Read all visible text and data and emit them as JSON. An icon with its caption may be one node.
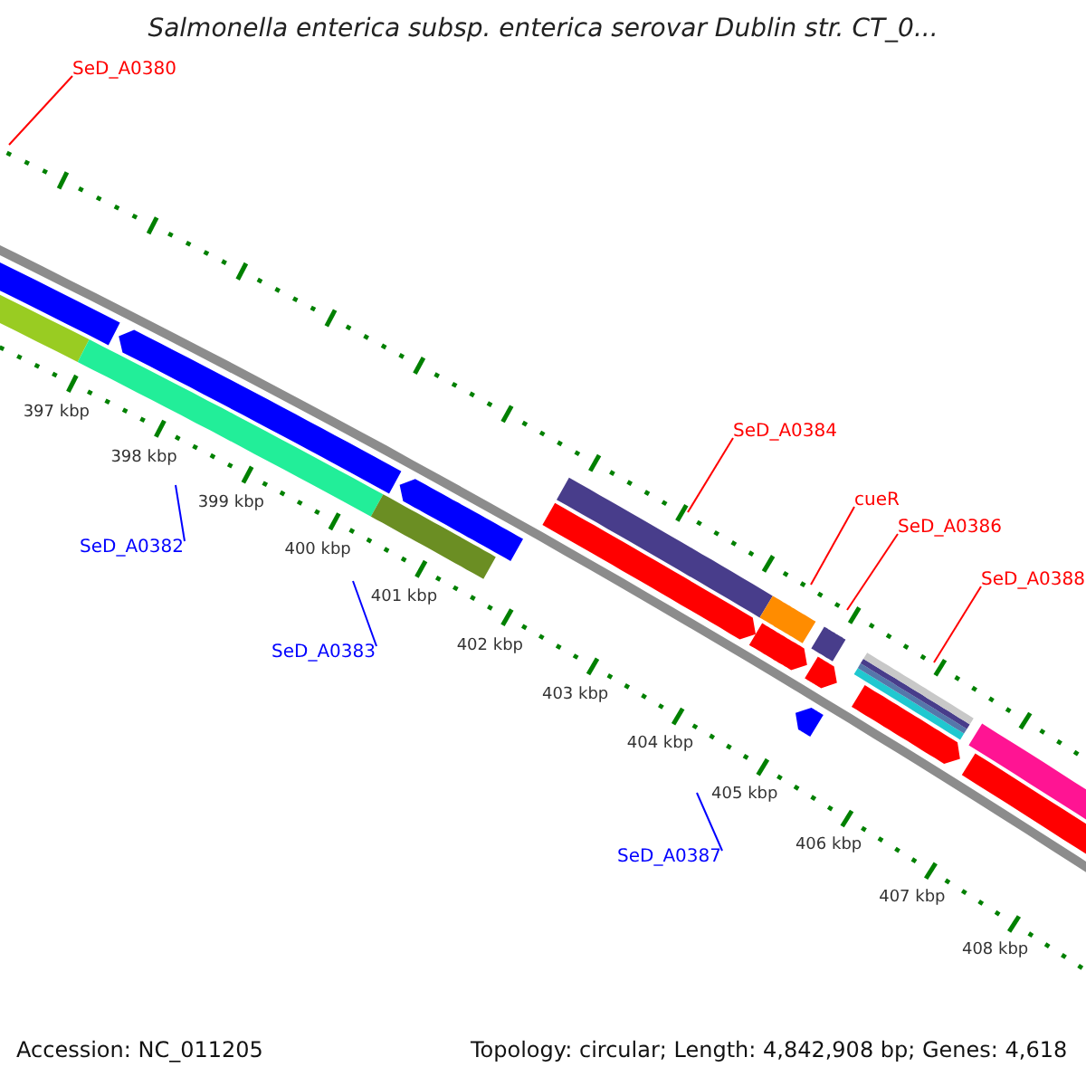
{
  "diagram": {
    "title": "Salmonella enterica subsp. enterica serovar Dublin str. CT_0...",
    "nodes": [
      {
        "text": [
          "SeD_A0380"
        ]
      },
      {
        "text": [
          "SeD_A0384"
        ]
      },
      {
        "text": [
          "cueR"
        ]
      },
      {
        "text": [
          "SeD_A0386"
        ]
      },
      {
        "text": [
          "SeD_A0388"
        ]
      },
      {
        "text": [
          "SeD_A0382"
        ]
      },
      {
        "text": [
          "SeD_A0383"
        ]
      },
      {
        "text": [
          "SeD_A0387"
        ]
      }
    ],
    "edges": [
      {
        "from": 0,
        "to": null,
        "arrow": "none"
      },
      {
        "from": 1,
        "to": null,
        "arrow": "none"
      },
      {
        "from": 2,
        "to": null,
        "arrow": "none"
      },
      {
        "from": 3,
        "to": null,
        "arrow": "none"
      },
      {
        "from": 4,
        "to": null,
        "arrow": "none"
      },
      {
        "from": 5,
        "to": null,
        "arrow": "none",
        "color": "#0000ff"
      },
      {
        "from": 6,
        "to": null,
        "arrow": "none",
        "color": "#0000ff"
      },
      {
        "from": 7,
        "to": null,
        "arrow": "none",
        "color": "#0000ff"
      }
    ],
    "labels": [
      "397 kbp",
      "398 kbp",
      "399 kbp",
      "400 kbp",
      "401 kbp",
      "402 kbp",
      "403 kbp",
      "404 kbp",
      "405 kbp",
      "406 kbp",
      "407 kbp",
      "408 kbp",
      "Accession: NC_011205",
      "Topology: circular; Length: 4,842,908 bp; Genes: 4,618"
    ]
  }
}
